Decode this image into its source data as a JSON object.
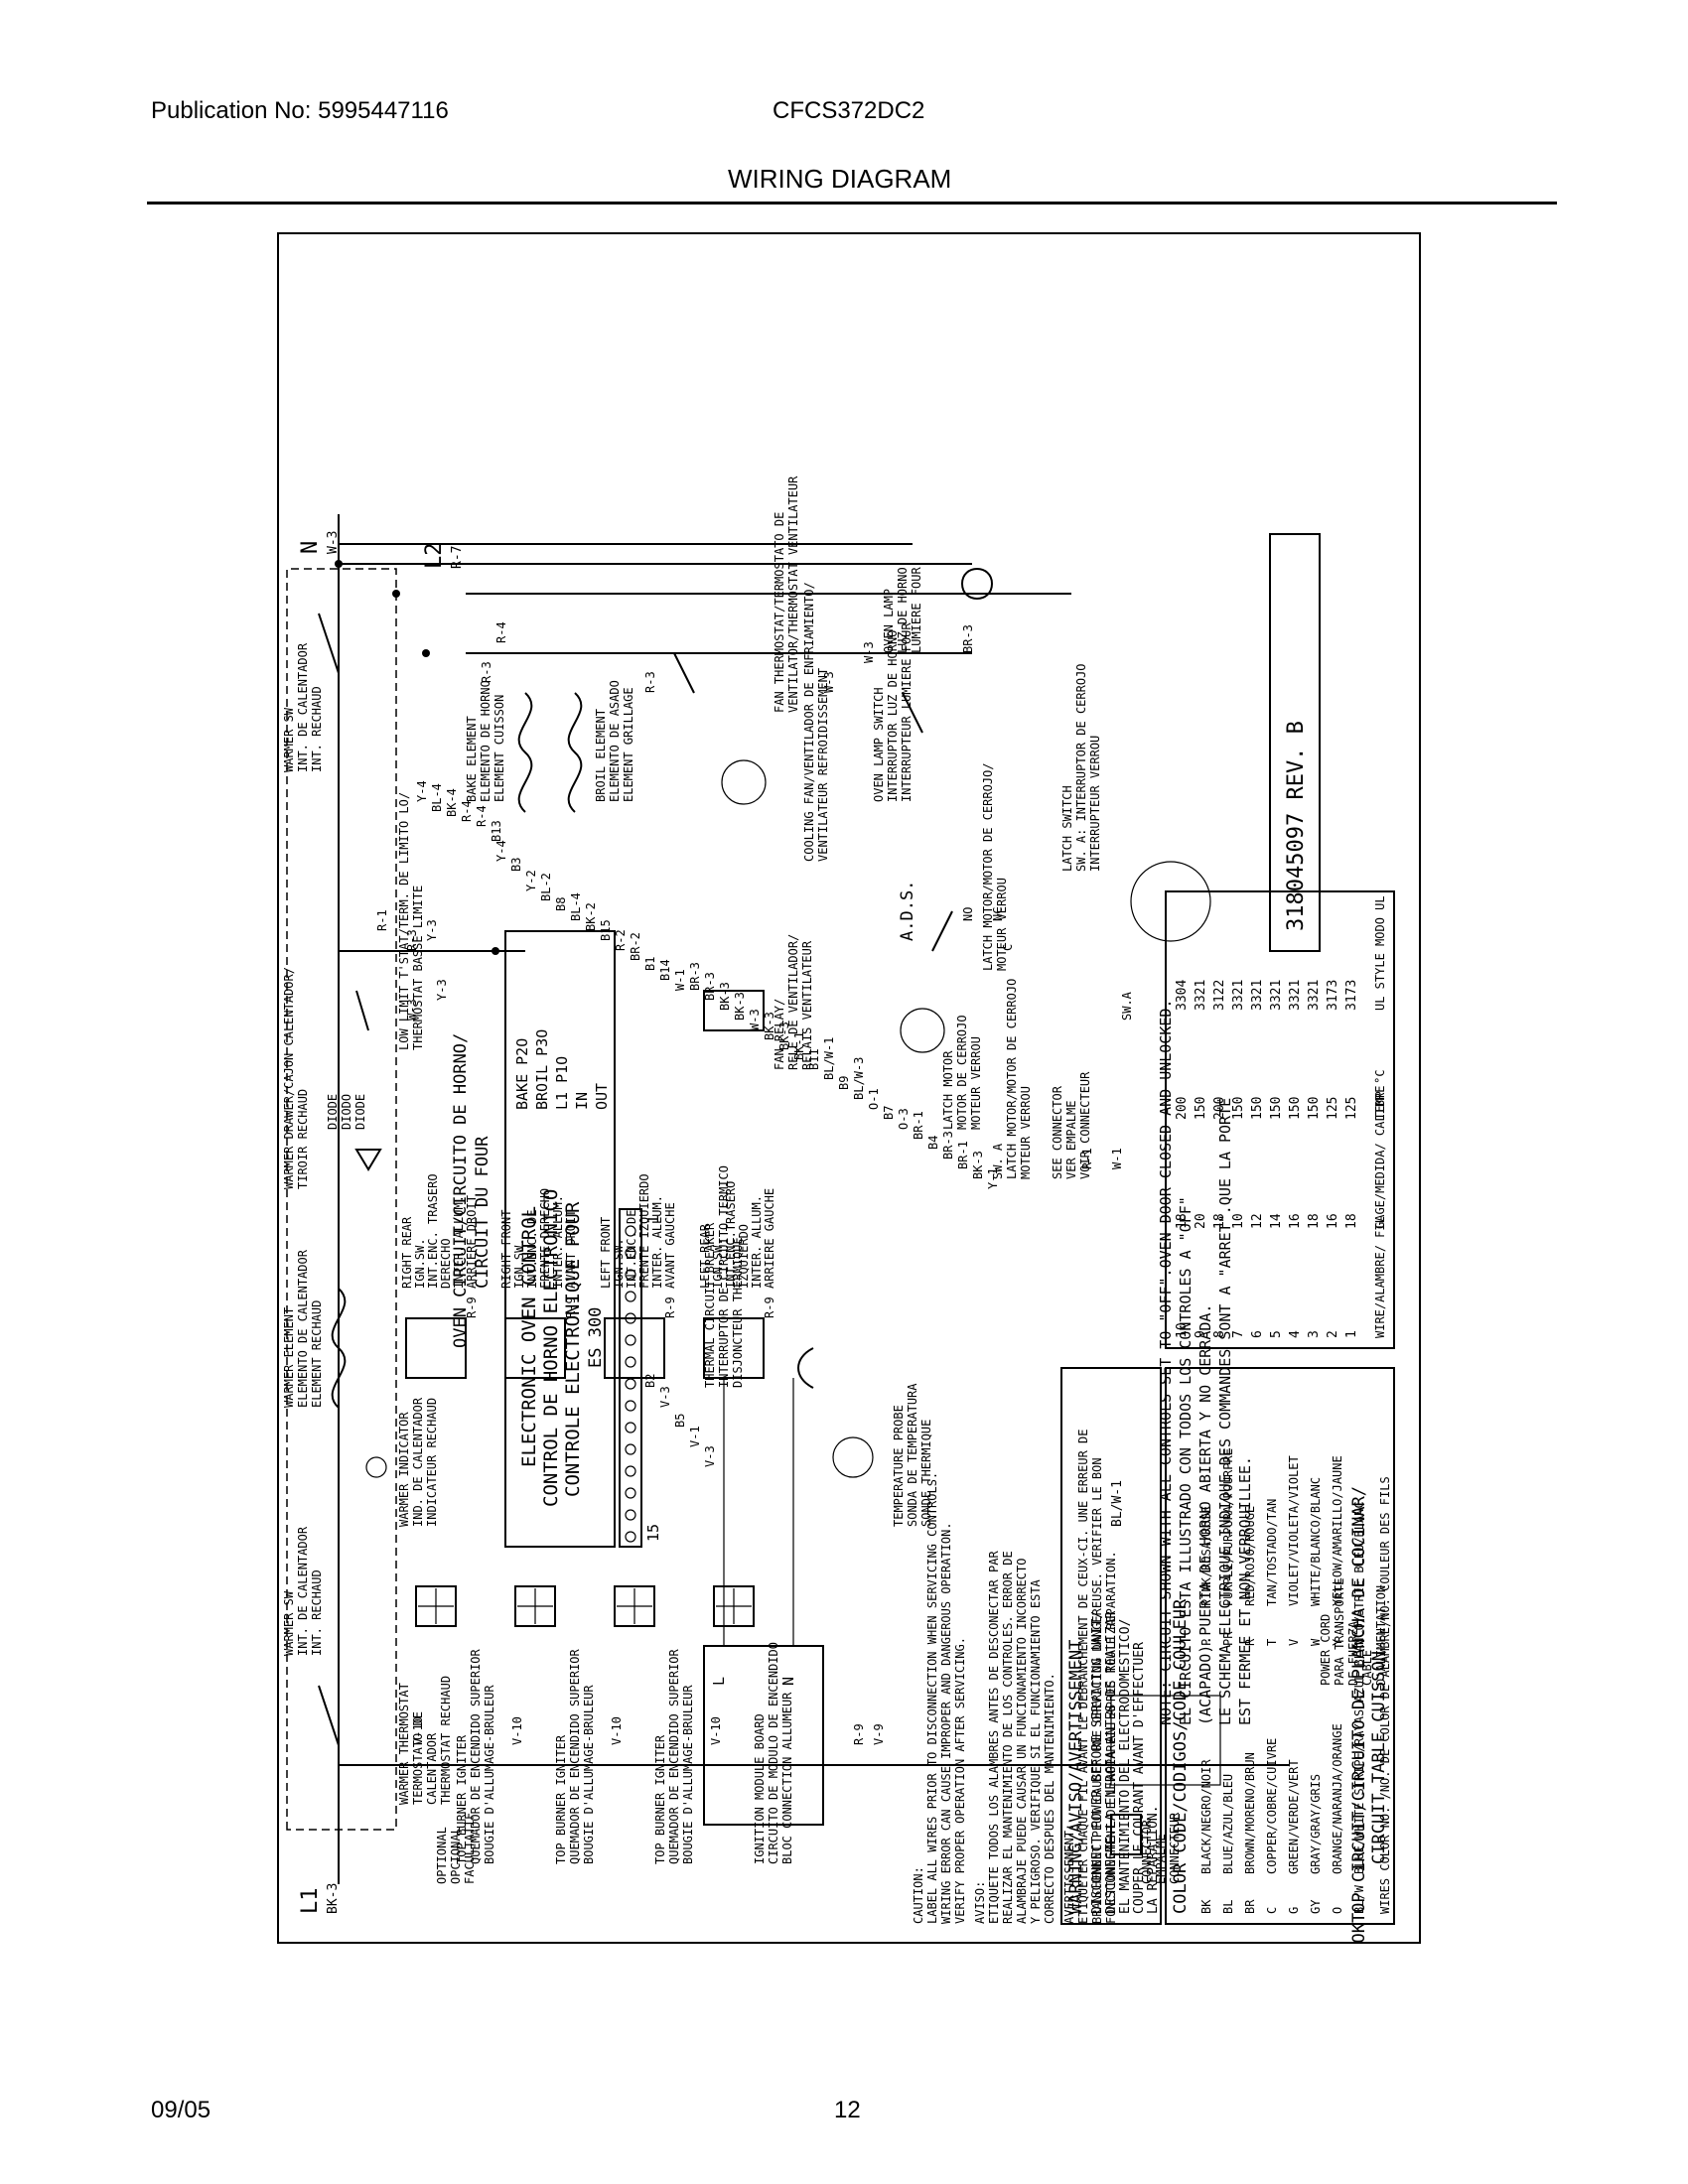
{
  "header": {
    "publication": "Publication No: 5995447116",
    "model": "CFCS372DC2",
    "title": "WIRING DIAGRAM"
  },
  "footer": {
    "date": "09/05",
    "page": "12"
  },
  "diagram": {
    "doc_number": "318045097  REV. B",
    "lines": {
      "l1": "L1",
      "bk3": "BK-3",
      "n": "N",
      "w3": "W-3",
      "l2": "L2",
      "r7": "R-7"
    },
    "warmer": {
      "sw_left": [
        "WARMER SW",
        "INT. DE CALENTADOR",
        "INT. RECHAUD"
      ],
      "sw_right": [
        "WARMER SW",
        "INT. DE CALENTADOR",
        "INT. RECHAUD"
      ],
      "thermostat": [
        "WARMER THERMOSTAT",
        "TERMOSTATO DE",
        "CALENTADOR",
        "THERMOSTAT RECHAUD"
      ],
      "element": [
        "WARMER ELEMENT",
        "ELEMENTO DE CALENTADOR",
        "ELEMENT RECHAUD"
      ],
      "indicator": [
        "WARMER INDICATOR",
        "IND. DE CALENTADOR",
        "INDICATEUR RECHAUD"
      ],
      "drawer": [
        "WARMER DRAWER/CAJON CALENTADOR/",
        "TIROIR RECHAUD"
      ],
      "diode": [
        "DIODE",
        "DIODO",
        "DIODE"
      ],
      "low_limit": [
        "LOW LIMIT T'STAT/TERM. DE LIMITO LO/",
        "THERMOSTAT BASSE LIMITE"
      ],
      "optional": [
        "OPTIONAL",
        "OPCIONAL",
        "FACULTATIF"
      ]
    },
    "oven": {
      "circuit": [
        "OVEN CIRCUIT/CIRCUITO DE HORNO/",
        "CIRCUIT DU FOUR"
      ],
      "control": [
        "ELECTRONIC OVEN CONTROL",
        "CONTROL DE HORNO ELECTRONICO",
        "CONTROLE ELECTRONIQUE FOUR",
        "ES 300"
      ],
      "pins": [
        "BAKE P2O",
        "BROIL P3O",
        "L1 P1O",
        "IN",
        "OUT"
      ],
      "pin_1": "1",
      "pin_15": "15",
      "bake": [
        "BAKE ELEMENT",
        "ELEMENTO DE HORNO",
        "ELEMENT CUISSON"
      ],
      "broil": [
        "BROIL ELEMENT",
        "ELEMENTO DE ASADO",
        "ELEMENT GRILLAGE"
      ],
      "fan_thermostat": [
        "FAN THERMOSTAT/TERMOSTATO DE",
        "VENTILATOR/THERMOSTAT VENTILATEUR"
      ],
      "cooling_fan": [
        "COOLING FAN/VENTILADOR DE ENFRIAMIENTO/",
        "VENTILATEUR REFROIDISSEMENT"
      ],
      "fan_relay": [
        "FAN RELAY/",
        "RELE DE VENTILADOR/",
        "RELAIS VENTILATEUR"
      ],
      "oven_lamp": [
        "OVEN LAMP",
        "LUZ DE HORNO",
        "LUMIERE FOUR"
      ],
      "lamp_switch": [
        "OVEN LAMP SWITCH",
        "INTERRUPTOR LUZ DE HORNO",
        "INTERRUPTEUR LUMIERE FOUR"
      ],
      "ads": "A.D.S.",
      "latch_motor": [
        "LATCH MOTOR",
        "MOTOR DE CERROJO",
        "MOTEUR VERROU"
      ],
      "latch_motor_sw": [
        "LATCH MOTOR/MOTOR DE CERROJO/",
        "MOTEUR VERROU"
      ],
      "sw_a": [
        "SW. A",
        "LATCH MOTOR/MOTOR DE CERROJO",
        "MOTEUR VERROU"
      ],
      "see_connector": [
        "SEE CONNECTOR",
        "VER EMPALME",
        "VOIR CONNECTEUR"
      ],
      "latch_switch": [
        "LATCH SWITCH",
        "SW. A:  INTERRUPTOR DE CERROJO",
        "INTERRUPTEUR VERROU"
      ],
      "sw_a_label": "SW.A",
      "breaker": [
        "THERMAL CIRCUIT BREAKER",
        "INTERRUPTOR DE CIRCUITO TERMICO",
        "DISJONCTEUR THERMIQUE"
      ],
      "probe": [
        "TEMPERATURE PROBE",
        "SONDA DE TEMPERATURA",
        "SONDE THERMIQUE"
      ]
    },
    "wire_labels": [
      "R-4",
      "R-3",
      "Y-4",
      "BL-4",
      "BK-4",
      "R-4",
      "R-4",
      "B13",
      "W-3",
      "BR-3",
      "W-3",
      "R-3",
      "R-1",
      "R-3",
      "Y-3",
      "W-3",
      "Y-3",
      "Y-4",
      "B3",
      "Y-2",
      "BL-2",
      "B8",
      "BL-4",
      "BK-2",
      "B15",
      "R-2",
      "BR-2",
      "B1",
      "B14",
      "W-1",
      "BR-3",
      "BR-3",
      "BK-3",
      "BK-3",
      "W-3",
      "BK-3",
      "BK-3",
      "BK-1",
      "B11",
      "BL/W-1",
      "B9",
      "BL/W-3",
      "O-1",
      "B7",
      "O-3",
      "BR-1",
      "B4",
      "BR-3",
      "BR-1",
      "BK-3",
      "Y-1",
      "B2",
      "V-3",
      "B5",
      "V-1",
      "V-3",
      "R-1",
      "W-1",
      "NO",
      "NC",
      "C"
    ],
    "note": [
      "NOTE: CIRCUIT SHOWN WITH ALL CONTROLS SET TO \"OFF\".OVEN DOOR CLOSED AND UNLOCKED.",
      "EL CIRCUITO ESTA ILLUSTRADO CON TODOS LOS CONTROLES A \"OFF\"",
      "(ACAPADO).PUERTA DE HORNO ABIERTA Y NO CERRADA.",
      "LE SCHEMA ELECTRIQUE INDIQUE DES COMMANDES SONT A \"ARRET\".QUE LA PORTE",
      "EST FERMEE ET NON VERROUILLEE."
    ],
    "cooktop": {
      "title": [
        "COOKTOP CIRCUIT/CIRCUITO DE PLANCHA DE COCINAR/",
        "CIRCUIT TABLE CUISSON"
      ],
      "igniter_labels": [
        [
          "TOP BURNER IGNITER",
          "QUEMADOR DE ENCENDIDO SUPERIOR",
          "BOUGIE D'ALLUMAGE-BRULEUR"
        ],
        [
          "TOP BURNER IGNITER",
          "QUEMADOR DE ENCENDIDO SUPERIOR",
          "BOUGIE D'ALLUMAGE-BRULEUR"
        ],
        [
          "TOP BURNER IGNITER",
          "QUEMADOR DE ENCENDIDO SUPERIOR",
          "BOUGIE D'ALLUMAGE-BRULEUR"
        ],
        [
          "IGNITION MODULE BOARD",
          "CIRCUITO DE MODULO DE ENCENDIDO",
          "BLOC CONNECTION ALLUMEUR"
        ]
      ],
      "ign_wires": [
        "V-10",
        "V-10",
        "V-10",
        "V-10",
        "R-9",
        "V-9"
      ],
      "switches": [
        [
          "RIGHT REAR",
          "IGN.SW.",
          "INT.ENC. TRASERO",
          "DERECHO",
          "INTER. ALLUM.",
          "ARRIERE DROIT"
        ],
        [
          "RIGHT FRONT",
          "IGN.SW.",
          "INT.ENC. DE",
          "FRENTE DERECHO",
          "INTER. ALLUM.",
          "AVANT DROIT"
        ],
        [
          "LEFT FRONT",
          "IGN.SW.",
          "INT.ENC. DE",
          "FRENTE IZQUIERDO",
          "INTER. ALLUM.",
          "AVANT GAUCHE"
        ],
        [
          "LEFT REAR",
          "IGN.SW.",
          "INT.ENC.TRASERO",
          "IZQUIERDO",
          "INTER. ALLUM.",
          "ARRIERE GAUCHE"
        ]
      ],
      "switch_wire": "R-9",
      "module_pins": [
        "L",
        "N"
      ]
    },
    "power_cord": [
      "POWER CORD",
      "CORDON DE",
      "PARA TRANSPORTE",
      "DE FUERZA",
      "CABLE",
      "D'ALIMENTATION"
    ],
    "connector": [
      "CONNECTOR",
      "EMPALME",
      "CONNECTEUR"
    ],
    "caution": {
      "en": [
        "CAUTION:",
        "LABEL ALL WIRES PRIOR TO DISCONNECTION WHEN SERVICING CONTROLS.",
        "WIRING ERROR CAN CAUSE IMPROPER AND DANGEROUS OPERATION.",
        "VERIFY PROPER OPERATION AFTER SERVICING."
      ],
      "es": [
        "AVISO:",
        "ETIQUETE TODOS LOS ALAMBRES ANTES DE DESCONECTAR PAR",
        "REALIZAR EL MANTENIMIENTO DE LOS CONTROLES. ERROR DE",
        "ALAMBRAJE PUEDE CAUSAR UN FUNCIONAMIENTO INCORRECTO",
        "Y PELIGROSO. VERIFIQUE SI EL FUNCIONAMIENTO ESTA",
        "CORRECTO DESPUES DEL MANTENIMIENTO."
      ],
      "fr": [
        "AVERTISSEMENT:",
        "ETIQUETER CHAQUE FIL AVANT LE DEBRANCHEMENT DE CEUX-CI. UNE ERREUR DE",
        "BRANCHEMENT PEUT CAUSER UNE OPERATION DANGEREUSE. VERIFIER LE BON",
        "FONCTIONNEMENT DE L'APPAREIL APRES TOUTE REPARATION."
      ]
    },
    "warning": {
      "title": "WARNING/AVISO/AVERTISSEMENT",
      "lines": [
        "DISCONNECT POWER BEFORE SERVICING UNIT/",
        "DESCONECTE LA ENERGIA ANTES DE REALIZAR",
        "EL MANTENIMIENTO DEL ELECTRODOMESTICO/",
        "COUPER LE COURANT AVANT D'EFFECTUER",
        "LA REPARATION."
      ],
      "wire_example": "BL/W-1"
    },
    "color_code": {
      "title": "COLOR CODE/CODIGOS/CODE COULEUR",
      "footer": "WIRES COLOR NO. /NO. DE COLOR DE ALAMBRE/NO. COULEUR DES FILS",
      "rows_left": [
        [
          "BK",
          "BLACK/NEGRO/NOIR"
        ],
        [
          "BL",
          "BLUE/AZUL/BLEU"
        ],
        [
          "BR",
          "BROWN/MORENO/BRUN"
        ],
        [
          "C",
          "COPPER/COBRE/CUIVRE"
        ],
        [
          "G",
          "GREEN/VERDE/VERT"
        ],
        [
          "GY",
          "GRAY/GRAY/GRIS"
        ],
        [
          "O",
          "ORANGE/NARANJA/ORANGE"
        ],
        [
          "BL/W",
          "BLUE/WHITE STRIPE/RAYAS AZUL BLANCO/STRIE BLEU/BLANC"
        ]
      ],
      "rows_right": [
        [
          "P",
          "PINK/ROSA/ROSE"
        ],
        [
          "PR",
          "PURPLE/PURPURA/POURPRE"
        ],
        [
          "R",
          "RED/ROJO/ROUGE"
        ],
        [
          "T",
          "TAN/TOSTADO/TAN"
        ],
        [
          "V",
          "VIOLET/VIOLETA/VIOLET"
        ],
        [
          "W",
          "WHITE/BLANCO/BLANC"
        ],
        [
          "Y",
          "YELLOW/AMARILLO/JAUNE"
        ],
        [
          "",
          ""
        ]
      ]
    },
    "wire_table": {
      "headers": [
        "WIRE/ALAMBRE/ FIL",
        "GAGE/MEDIDA/ CALIBRE",
        "TEMP °C",
        "UL STYLE MODO UL"
      ],
      "rows": [
        [
          "10",
          "18",
          "200",
          "3304"
        ],
        [
          "9",
          "20",
          "150",
          "3321"
        ],
        [
          "8",
          "18",
          "200",
          "3122"
        ],
        [
          "7",
          "10",
          "150",
          "3321"
        ],
        [
          "6",
          "12",
          "150",
          "3321"
        ],
        [
          "5",
          "14",
          "150",
          "3321"
        ],
        [
          "4",
          "16",
          "150",
          "3321"
        ],
        [
          "3",
          "18",
          "150",
          "3321"
        ],
        [
          "2",
          "16",
          "125",
          "3173"
        ],
        [
          "1",
          "18",
          "125",
          "3173"
        ]
      ]
    }
  }
}
